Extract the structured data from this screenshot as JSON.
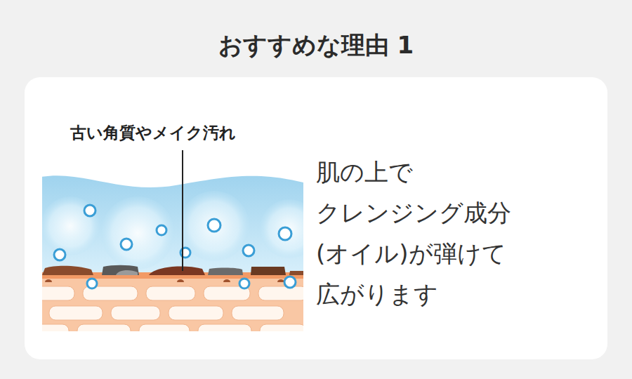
{
  "diagram": {
    "title": "おすすめな理由 1",
    "nodes": [
      {
        "text": [
          "肌の上で クレンジング成分 (オイル)が弾けて 広がります"
        ]
      }
    ],
    "labels": [
      "古い角質やメイク汚れ"
    ]
  }
}
